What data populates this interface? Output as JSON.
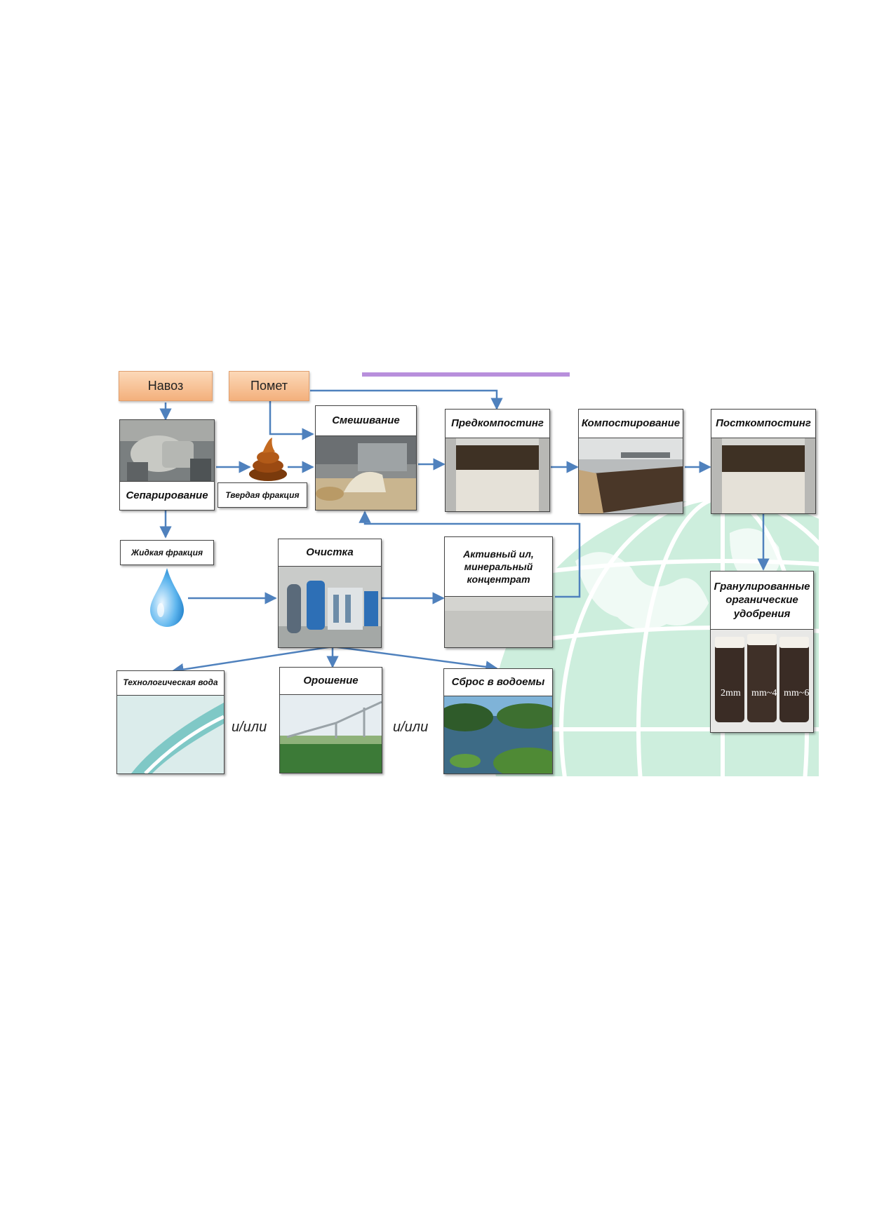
{
  "sources": {
    "manure": "Навоз",
    "droppings": "Помет"
  },
  "steps": {
    "separation": "Сепарирование",
    "solid_fraction": "Твердая фракция",
    "mixing": "Смешивание",
    "precomposting": "Предкомпостинг",
    "composting": "Компостирование",
    "postcomposting": "Посткомпостинг",
    "liquid_fraction": "Жидкая фракция",
    "cleaning": "Очистка",
    "sludge": "Активный ил, минеральный концентрат",
    "granulated": "Гранулированные органические удобрения",
    "process_water": "Технологическая вода",
    "irrigation": "Орошение",
    "discharge": "Сброс в водоемы"
  },
  "connectors": {
    "and_or_1": "и/или",
    "and_or_2": "и/или"
  },
  "jar_labels": [
    "2mm",
    "mm~4",
    "mm~6"
  ],
  "colors": {
    "arrow": "#4f81bd",
    "source_fill": "#f5b98a",
    "globe": "#c6ecd8",
    "accent_bar": "#b88fdc"
  }
}
